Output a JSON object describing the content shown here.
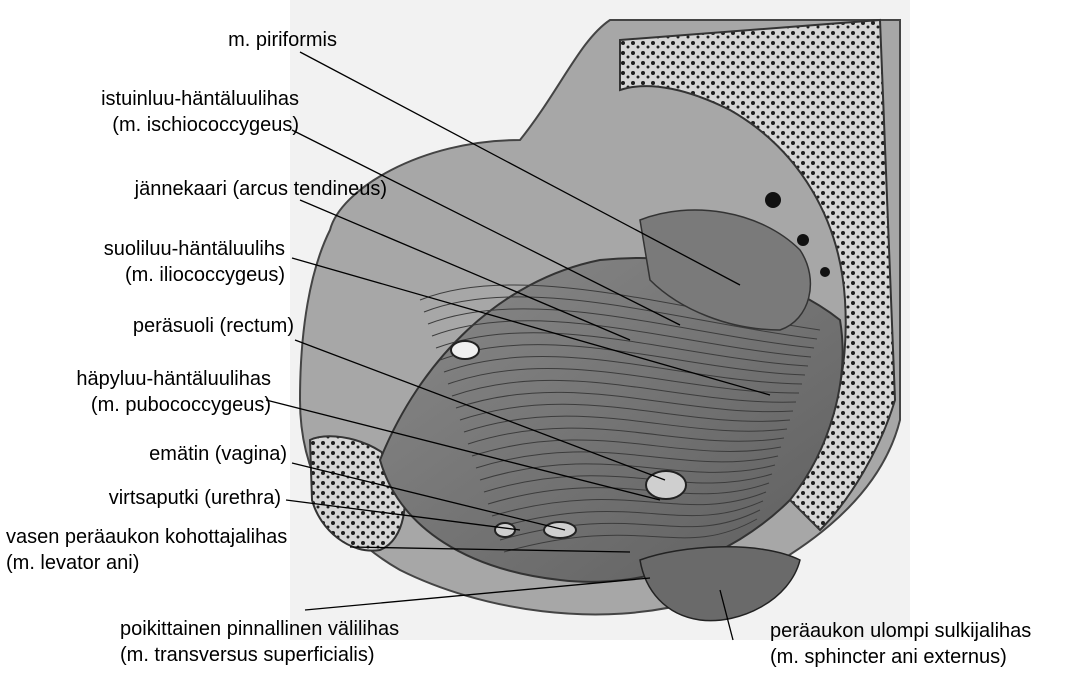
{
  "labels": [
    {
      "id": "piriformis",
      "lines": [
        "m. piriformis"
      ]
    },
    {
      "id": "ischiococcygeus",
      "lines": [
        "istuinluu-häntäluulihas",
        "(m. ischiococcygeus)"
      ]
    },
    {
      "id": "arcus",
      "lines": [
        "jännekaari (arcus tendineus)"
      ]
    },
    {
      "id": "iliococcygeus",
      "lines": [
        "suoliluu-häntäluulihs",
        "(m. iliococcygeus)"
      ]
    },
    {
      "id": "rectum",
      "lines": [
        "peräsuoli (rectum)"
      ]
    },
    {
      "id": "pubococcygeus",
      "lines": [
        "häpyluu-häntäluulihas",
        "(m. pubococcygeus)"
      ]
    },
    {
      "id": "vagina",
      "lines": [
        "emätin (vagina)"
      ]
    },
    {
      "id": "urethra",
      "lines": [
        "virtsaputki (urethra)"
      ]
    },
    {
      "id": "levator",
      "lines": [
        "vasen peräaukon kohottajalihas",
        "(m. levator ani)"
      ]
    },
    {
      "id": "transversus",
      "lines": [
        "poikittainen pinnallinen välilihas",
        "(m. transversus superficialis)"
      ]
    },
    {
      "id": "sphincter",
      "lines": [
        "peräaukon ulompi sulkijalihas",
        "(m. sphincter ani externus)"
      ]
    }
  ],
  "colors": {
    "background": "#ffffff",
    "text": "#000000",
    "leader": "#000000",
    "illustration": "#888888"
  }
}
